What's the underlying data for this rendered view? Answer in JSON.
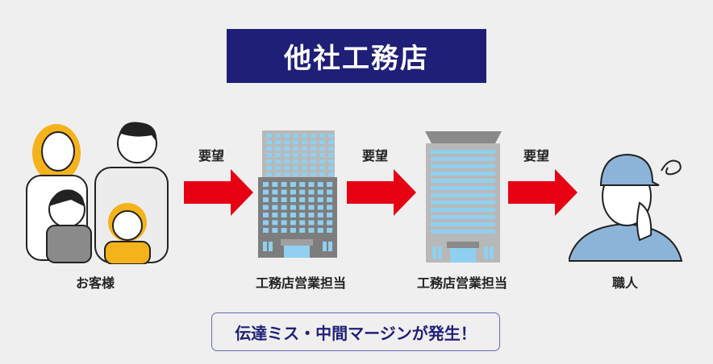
{
  "title": "他社工務店",
  "arrow_label": "要望",
  "arrows": [
    {
      "label": "要望"
    },
    {
      "label": "要望"
    },
    {
      "label": "要望"
    }
  ],
  "nodes": [
    {
      "label": "お客様",
      "icon": "family-icon"
    },
    {
      "label": "工務店営業担当",
      "icon": "building-icon"
    },
    {
      "label": "工務店営業担当",
      "icon": "building-icon"
    },
    {
      "label": "職人",
      "icon": "worker-icon"
    }
  ],
  "note": "伝達ミス・中間マージンが発生！",
  "colors": {
    "navy": "#1f1f78",
    "arrow": "#e60012",
    "window": "#8fd0f0",
    "building_dark": "#7d7d7d",
    "building_light": "#b8b8b8"
  }
}
